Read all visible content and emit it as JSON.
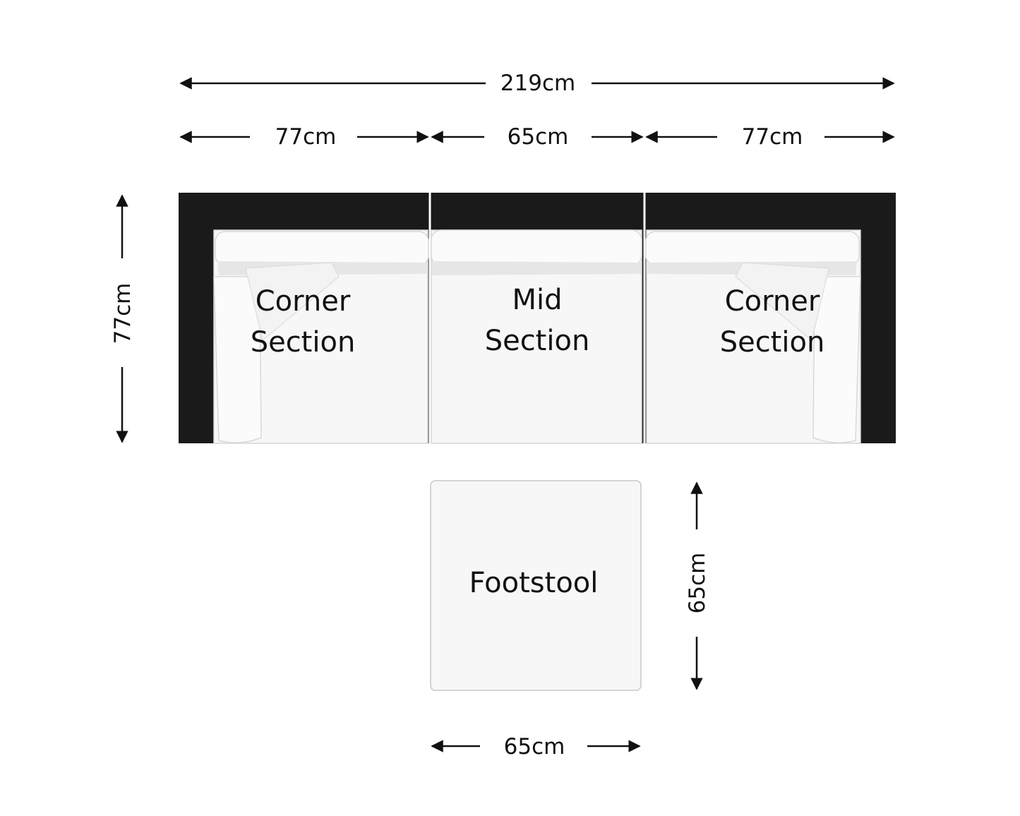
{
  "dimensions": {
    "total_width": "219cm",
    "corner_left_width": "77cm",
    "mid_width": "65cm",
    "corner_right_width": "77cm",
    "depth": "77cm",
    "footstool_depth": "65cm",
    "footstool_width": "65cm"
  },
  "sections": {
    "corner_left": [
      "Corner",
      "Section"
    ],
    "mid": [
      "Mid",
      "Section"
    ],
    "corner_right": [
      "Corner",
      "Section"
    ],
    "footstool": "Footstool"
  },
  "colors": {
    "frame": "#1a1a1a",
    "cushion": "#f7f7f7",
    "cushion_edge": "#d6d6d6",
    "back_band": "#e6e6e6"
  }
}
